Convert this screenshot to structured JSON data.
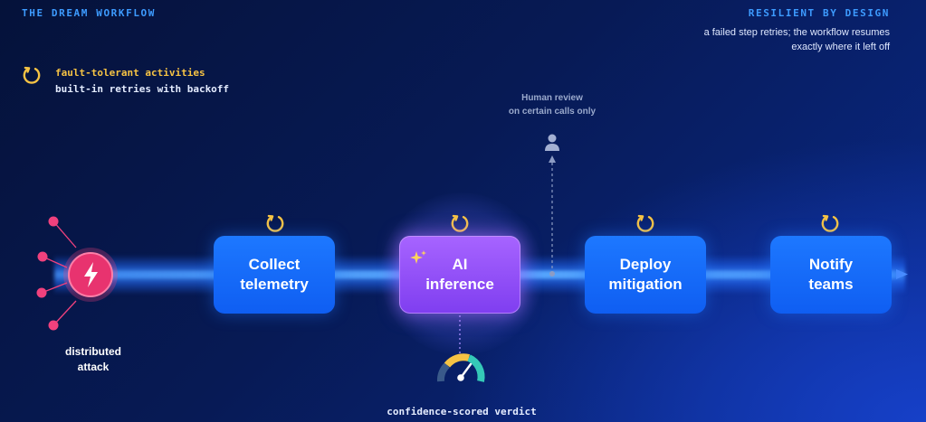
{
  "header": {
    "left_title": "THE DREAM WORKFLOW",
    "right_title": "RESILIENT BY DESIGN",
    "right_description": "a failed step retries; the workflow resumes exactly where it left off"
  },
  "legend": {
    "icon": "retry-circle-icon",
    "title": "fault-tolerant activities",
    "subtitle": "built-in retries with backoff"
  },
  "attack": {
    "icon": "lightning-bolt-icon",
    "label_line1": "distributed",
    "label_line2": "attack"
  },
  "steps": [
    {
      "line1": "Collect",
      "line2": "telemetry",
      "icon": "retry-circle-icon"
    },
    {
      "line1": "AI",
      "line2": "inference",
      "icon": "retry-circle-icon",
      "badge": "sparkle-icon"
    },
    {
      "line1": "Deploy",
      "line2": "mitigation",
      "icon": "retry-circle-icon"
    },
    {
      "line1": "Notify",
      "line2": "teams",
      "icon": "retry-circle-icon"
    }
  ],
  "human_review": {
    "icon": "person-icon",
    "line1": "Human review",
    "line2": "on certain calls only"
  },
  "verdict": {
    "icon": "confidence-gauge-icon",
    "label": "confidence-scored verdict"
  },
  "colors": {
    "accent_blue": "#3d9bff",
    "retry_yellow": "#f6c344",
    "step_blue": "#1a6dff",
    "ai_purple": "#9355f5",
    "attack_pink": "#f0417d"
  }
}
